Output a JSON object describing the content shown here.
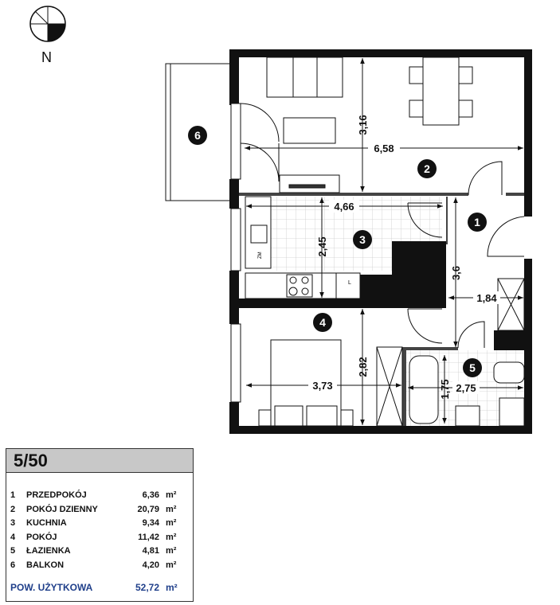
{
  "compass": {
    "label": "N"
  },
  "apartment": {
    "number": "5/50"
  },
  "rooms": [
    {
      "no": "1",
      "name": "PRZEDPOKÓJ",
      "area": "6,36",
      "unit": "m²"
    },
    {
      "no": "2",
      "name": "POKÓJ DZIENNY",
      "area": "20,79",
      "unit": "m²"
    },
    {
      "no": "3",
      "name": "KUCHNIA",
      "area": "9,34",
      "unit": "m²"
    },
    {
      "no": "4",
      "name": "POKÓJ",
      "area": "11,42",
      "unit": "m²"
    },
    {
      "no": "5",
      "name": "ŁAZIENKA",
      "area": "4,81",
      "unit": "m²"
    },
    {
      "no": "6",
      "name": "BALKON",
      "area": "4,20",
      "unit": "m²"
    }
  ],
  "total": {
    "label": "POW. UŻYTKOWA",
    "area": "52,72",
    "unit": "m²"
  },
  "dimensions": {
    "living_width": "6,58",
    "living_depth": "3,16",
    "kitchen_width": "4,66",
    "kitchen_depth": "2,45",
    "hall_length": "3,6",
    "hall_width": "1,84",
    "bedroom_width": "3,73",
    "bedroom_depth": "2,82",
    "bath_width": "2,75",
    "bath_depth": "1,75"
  },
  "fixtures": {
    "fridge": "L",
    "sink": "ZM"
  },
  "colors": {
    "wall": "#111111",
    "legend_header": "#c8c8c8",
    "total": "#1f3f8a"
  }
}
